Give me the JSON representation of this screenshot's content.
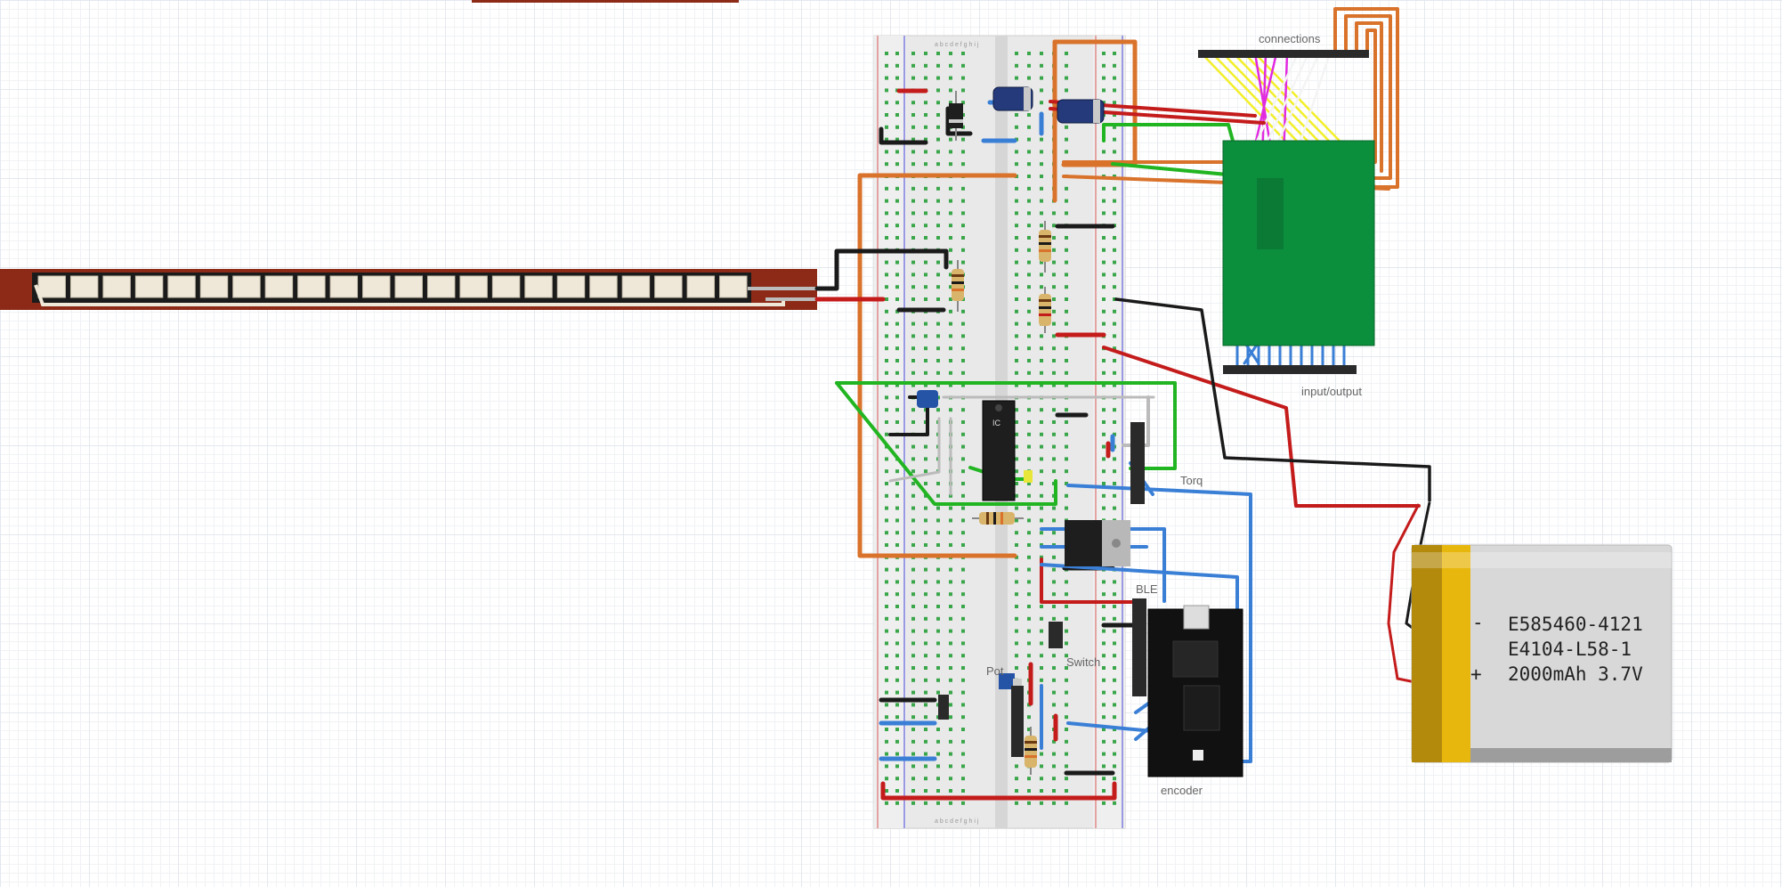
{
  "labels": {
    "connections": "connections",
    "input_output": "input/output",
    "torq": "Torq",
    "ble": "BLE",
    "pot": "Pot",
    "switch": "Switch",
    "encoder": "encoder"
  },
  "battery": {
    "line1": "E585460-4121",
    "line2": "E4104-L58-1",
    "line3": "2000mAh 3.7V",
    "minus": "-",
    "plus": "+"
  },
  "ic_label": "IC",
  "flex_sensor": {
    "segments": 22
  },
  "breadboard": {
    "column_letters": "a b c d e   f g h i j"
  },
  "colors": {
    "wire_orange": "#d9722b",
    "wire_red": "#c41b1b",
    "wire_black": "#1a1a1a",
    "wire_green": "#22b522",
    "wire_blue": "#3a7fd6",
    "wire_yellow": "#f2ef2a",
    "wire_magenta": "#e02be0",
    "wire_white": "#f4f4f4",
    "pcb_green": "#0b8f3d",
    "flex_brown": "#8c2a17",
    "battery_gold": "#b38a0c"
  }
}
